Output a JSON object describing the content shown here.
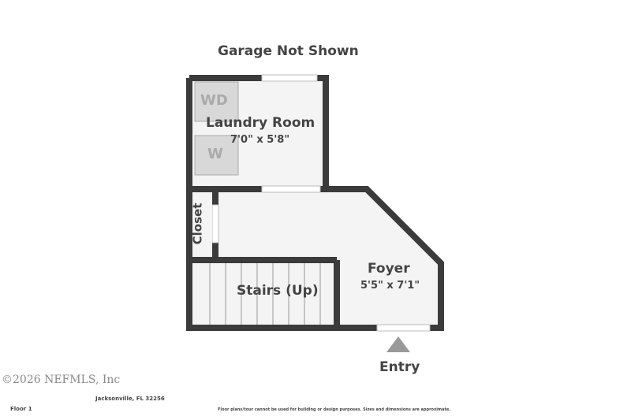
{
  "header_note": "Garage Not Shown",
  "rooms": [
    {
      "name": "Laundry Room",
      "size": "7'0\" x 5'8\""
    },
    {
      "name": "Foyer",
      "size": "5'5\" x 7'1\""
    },
    {
      "name": "Closet"
    },
    {
      "name": "Stairs (Up)"
    }
  ],
  "fixtures": {
    "washer_dryer": "WD",
    "washer": "W"
  },
  "entry_label": "Entry",
  "footer": {
    "address": "Jacksonville, FL 32256",
    "floor": "Floor 1",
    "disclaimer": "Floor plans/tour cannot be used for building or design purposes. Sizes and dimensions are approximate.",
    "watermark": "©2026 NEFMLS, Inc"
  },
  "colors": {
    "wall": "#3b3b3b",
    "floor": "#f4f4f4",
    "window": "#ffffff",
    "fixture": "#d8d8d8"
  }
}
